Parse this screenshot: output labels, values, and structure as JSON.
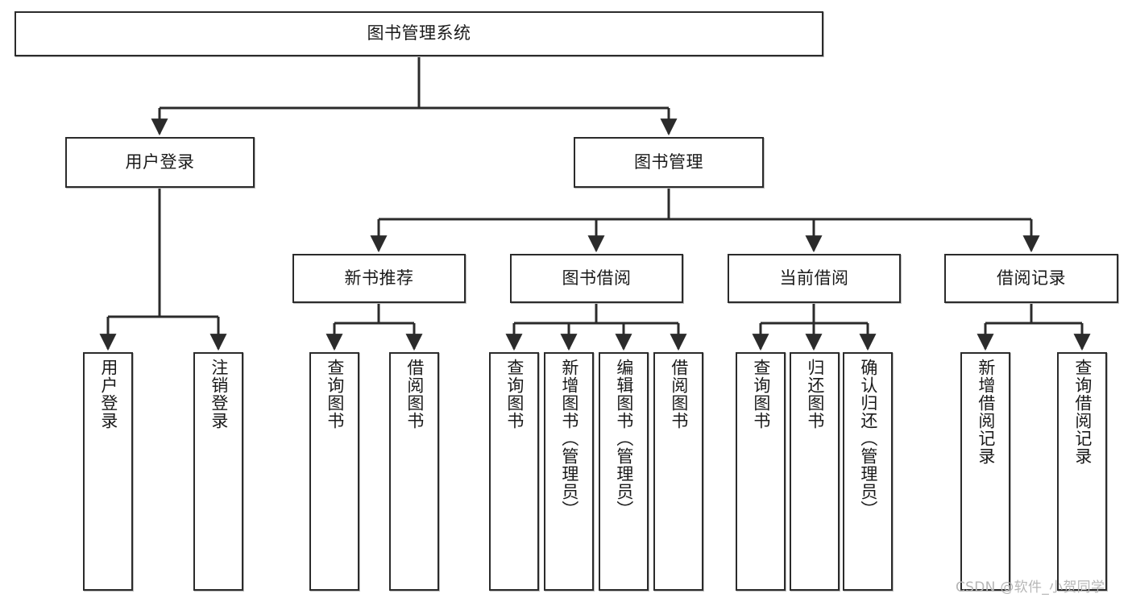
{
  "diagram": {
    "type": "tree",
    "title": "图书管理系统",
    "root": {
      "label": "图书管理系统"
    },
    "level2": [
      {
        "label": "用户登录"
      },
      {
        "label": "图书管理"
      }
    ],
    "level3": [
      {
        "label": "新书推荐"
      },
      {
        "label": "图书借阅"
      },
      {
        "label": "当前借阅"
      },
      {
        "label": "借阅记录"
      }
    ],
    "leaves": {
      "user_login": [
        {
          "label": "用户登录"
        },
        {
          "label": "注销登录"
        }
      ],
      "new_book_recommend": [
        {
          "label": "查询图书"
        },
        {
          "label": "借阅图书"
        }
      ],
      "book_borrow": [
        {
          "label": "查询图书"
        },
        {
          "label": "新增图书（管理员）"
        },
        {
          "label": "编辑图书（管理员）"
        },
        {
          "label": "借阅图书"
        }
      ],
      "current_borrow": [
        {
          "label": "查询图书"
        },
        {
          "label": "归还图书"
        },
        {
          "label": "确认归还（管理员）"
        }
      ],
      "borrow_record": [
        {
          "label": "新增借阅记录"
        },
        {
          "label": "查询借阅记录"
        }
      ]
    }
  },
  "watermark": {
    "text": "CSDN @软件_小贺同学"
  },
  "colors": {
    "background": "#ffffff",
    "node_fill": "#ffffff",
    "node_border": "#2b2b2b",
    "edge": "#2b2b2b",
    "text": "#1a1a1a",
    "watermark": "#b6b6b6"
  }
}
